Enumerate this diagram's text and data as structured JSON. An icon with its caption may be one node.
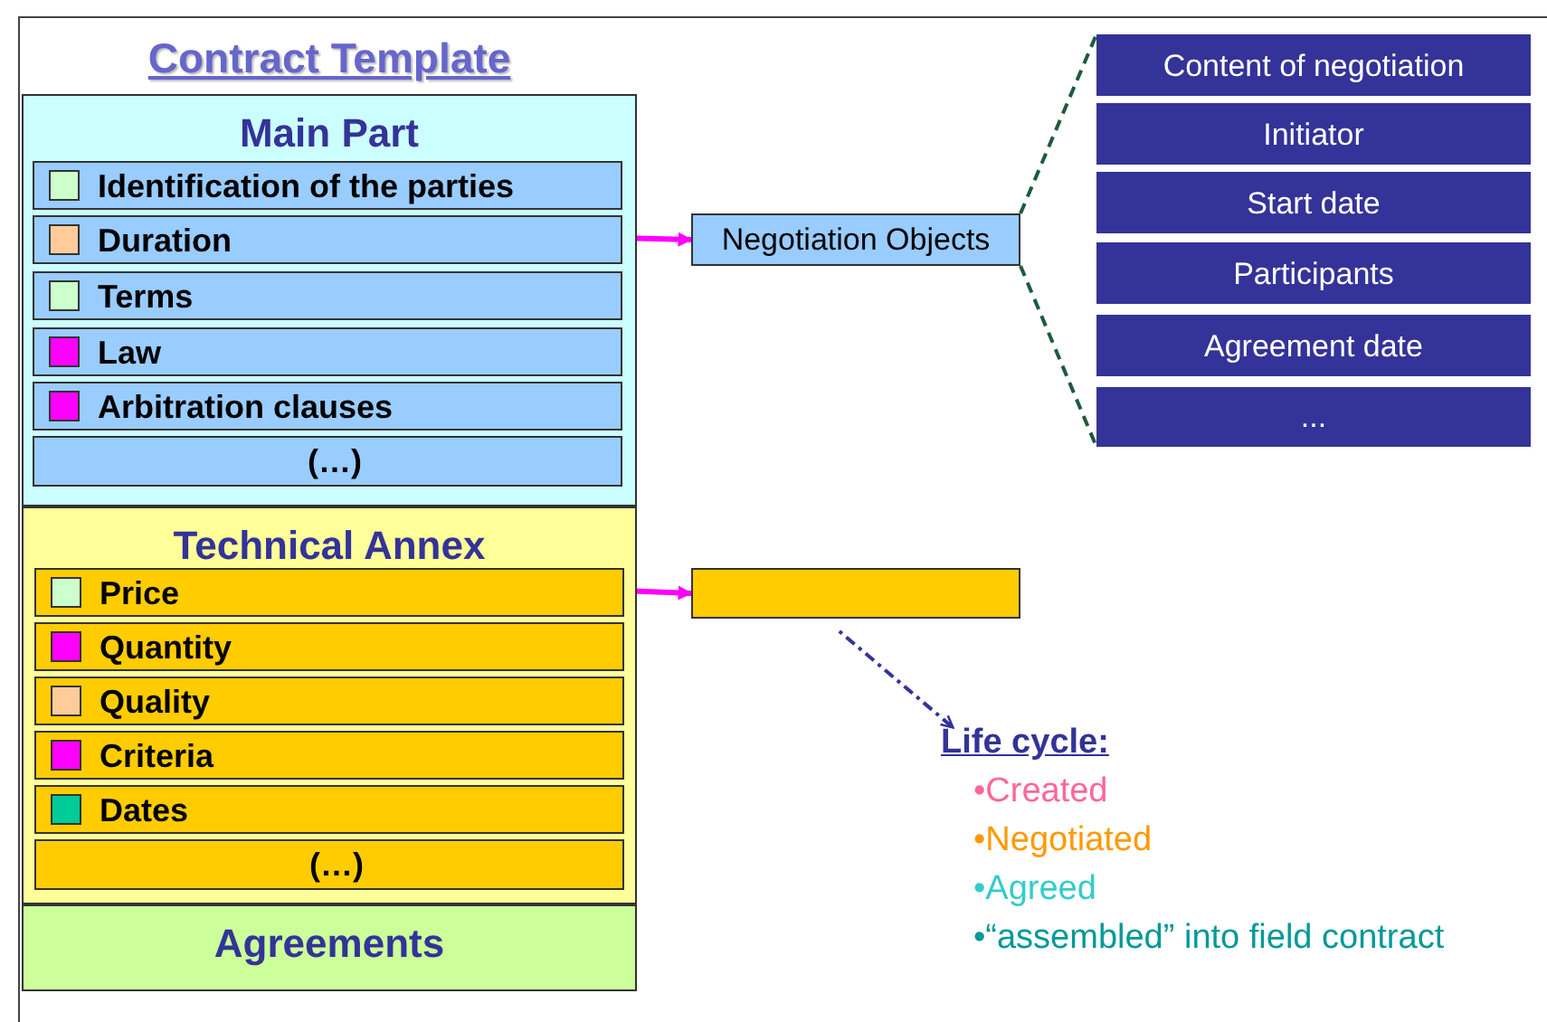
{
  "diagram": {
    "title": "Contract Template",
    "nodes": [
      {
        "text": [
          "Main Part"
        ]
      },
      {
        "text": [
          "Identification of the parties"
        ],
        "in": 0
      },
      {
        "text": [
          "Duration"
        ],
        "in": 0
      },
      {
        "text": [
          "Terms"
        ],
        "in": 0
      },
      {
        "text": [
          "Law"
        ],
        "in": 0
      },
      {
        "text": [
          "Arbitration clauses"
        ],
        "in": 0
      },
      {
        "text": [
          "(…)"
        ],
        "in": 0
      },
      {
        "text": [
          "Technical Annex"
        ]
      },
      {
        "text": [
          "Price"
        ],
        "in": 7
      },
      {
        "text": [
          "Quantity"
        ],
        "in": 7
      },
      {
        "text": [
          "Quality"
        ],
        "in": 7
      },
      {
        "text": [
          "Criteria"
        ],
        "in": 7
      },
      {
        "text": [
          "Dates"
        ],
        "in": 7
      },
      {
        "text": [
          "(…)"
        ],
        "in": 7
      },
      {
        "text": [
          "Agreements"
        ]
      },
      {
        "text": [
          "Negotiation Objects"
        ]
      },
      {
        "text": [
          "Content of negotiation"
        ]
      },
      {
        "text": [
          "Initiator"
        ]
      },
      {
        "text": [
          "Start date"
        ]
      },
      {
        "text": [
          "Participants"
        ]
      },
      {
        "text": [
          "Agreement date"
        ]
      },
      {
        "text": [
          "..."
        ]
      },
      {
        "text": [],
        "shape": "box"
      },
      {
        "text": [
          "Life cycle:",
          "•Created",
          "•Negotiated",
          "•Agreed",
          "•“assembled” into field contract"
        ]
      }
    ],
    "edges": [
      {
        "from": 2,
        "to": 15,
        "arrow": "to",
        "color": "#ff00ff"
      },
      {
        "from": 15,
        "to": 16,
        "arrow": "none",
        "style": "dashed",
        "color": "#1f5a3a"
      },
      {
        "from": 15,
        "to": 21,
        "arrow": "none",
        "style": "dashed",
        "color": "#1f5a3a"
      },
      {
        "from": 8,
        "to": 22,
        "arrow": "to",
        "color": "#ff00ff"
      },
      {
        "from": 22,
        "to": 23,
        "arrow": "to",
        "style": "dashed",
        "color": "#333399"
      }
    ]
  }
}
